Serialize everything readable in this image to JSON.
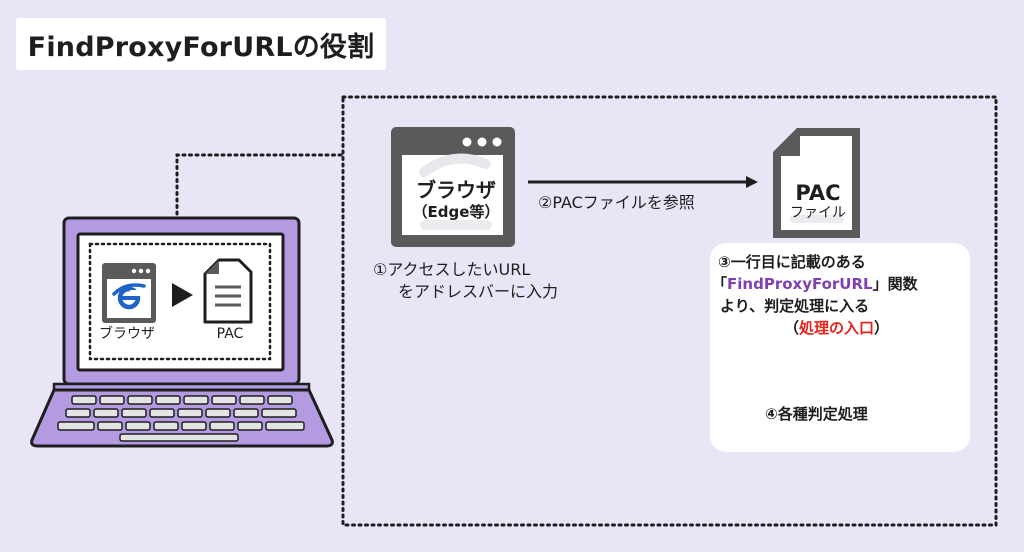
{
  "title": "FindProxyForURLの役割",
  "browser_window": {
    "label": "ブラウザ",
    "sublabel": "（Edge等）"
  },
  "pac_file": {
    "label": "PAC",
    "sublabel": "ファイル"
  },
  "steps": {
    "step1_line1": "①アクセスしたいURL",
    "step1_line2": "をアドレスバーに入力",
    "step2": "②PACファイルを参照",
    "step3_line1": "③一行目に記載のある",
    "step3_line2_open": "「",
    "step3_line2_highlight": "FindProxyForURL",
    "step3_line2_close": "」関数",
    "step3_line3": "より、判定処理に入る",
    "step3_line4_open": "（",
    "step3_line4_highlight": "処理の入口",
    "step3_line4_close": "）",
    "step4": "④各種判定処理"
  },
  "laptop": {
    "browser_label": "ブラウザ",
    "pac_label": "PAC"
  },
  "colors": {
    "background": "#e9e5f7",
    "laptop_purple": "#b49ae0",
    "window_gray": "#5a5a5a",
    "highlight_purple": "#7d3fb1",
    "highlight_red": "#e5221c",
    "edge_blue": "#1e63c8"
  },
  "icons": [
    "laptop-icon",
    "browser-window-icon",
    "document-icon",
    "edge-logo-icon",
    "play-triangle-icon",
    "arrow-right-icon",
    "arrow-down-icon"
  ]
}
